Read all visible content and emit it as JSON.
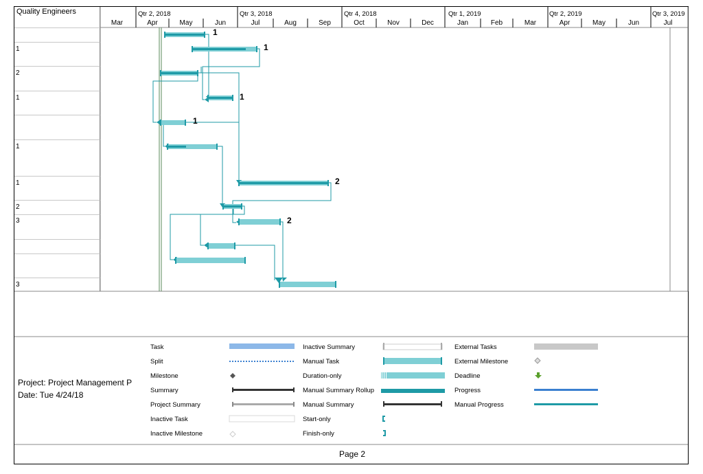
{
  "column_title": "Quality Engineers",
  "timescale": {
    "quarters": [
      "Qtr 2, 2018",
      "Qtr 3, 2018",
      "Qtr 4, 2018",
      "Qtr 1, 2019",
      "Qtr 2, 2019",
      "Qtr 3, 2019"
    ],
    "months": [
      "Mar",
      "Apr",
      "May",
      "Jun",
      "Jul",
      "Aug",
      "Sep",
      "Oct",
      "Nov",
      "Dec",
      "Jan",
      "Feb",
      "Mar",
      "Apr",
      "May",
      "Jun",
      "Jul"
    ]
  },
  "rows": [
    "",
    "1",
    "2",
    "1",
    "",
    "1",
    "1",
    "2",
    "3",
    "",
    "",
    "3"
  ],
  "bar_labels": [
    "1",
    "1",
    "1",
    "1",
    "2",
    "2"
  ],
  "project": {
    "name": "Project: Project Management P",
    "date": "Date: Tue 4/24/18"
  },
  "legend": {
    "col1": [
      "Task",
      "Split",
      "Milestone",
      "Summary",
      "Project Summary",
      "Inactive Task",
      "Inactive Milestone"
    ],
    "col2": [
      "Inactive Summary",
      "Manual Task",
      "Duration-only",
      "Manual Summary Rollup",
      "Manual Summary",
      "Start-only",
      "Finish-only"
    ],
    "col3": [
      "External Tasks",
      "External Milestone",
      "Deadline",
      "Progress",
      "Manual Progress"
    ]
  },
  "colors": {
    "manual_task": "#7fcfd5",
    "bar_edge": "#1e9aa6",
    "task": "#8cb8e8",
    "progress": "#3a7fd0",
    "deadline": "#5aa02c"
  },
  "footer": "Page 2"
}
